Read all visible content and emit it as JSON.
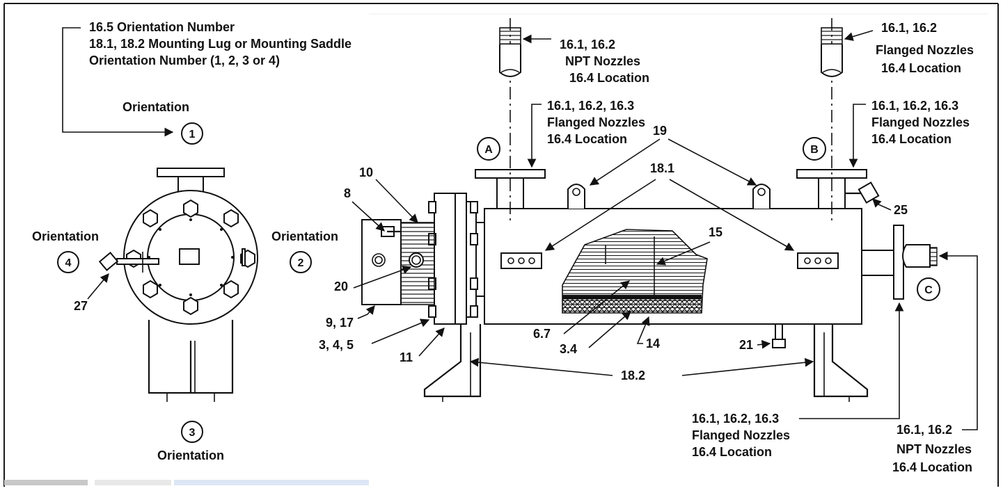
{
  "labels": {
    "top_left_1": "16.5 Orientation Number",
    "top_left_2": "18.1, 18.2 Mounting Lug or Mounting Saddle",
    "top_left_3": "Orientation Number (1, 2, 3 or 4)",
    "orientation": "Orientation",
    "o1": "1",
    "o2": "2",
    "o3": "3",
    "o4": "4",
    "n27": "27",
    "a_nozzle_1": "16.1, 16.2",
    "a_nozzle_2": "NPT Nozzles",
    "a_nozzle_3": "16.4 Location",
    "b_nozzle_1": "16.1, 16.2",
    "b_nozzle_2": "Flanged Nozzles",
    "b_nozzle_3": "16.4 Location",
    "a_flange_1": "16.1, 16.2, 16.3",
    "a_flange_2": "Flanged Nozzles",
    "a_flange_3": "16.4 Location",
    "b_flange_1": "16.1, 16.2, 16.3",
    "b_flange_2": "Flanged Nozzles",
    "b_flange_3": "16.4 Location",
    "port_a": "A",
    "port_b": "B",
    "port_c": "C",
    "n19": "19",
    "n18_1": "18.1",
    "n10": "10",
    "n8": "8",
    "n15": "15",
    "n25": "25",
    "n20": "20",
    "n9_17": "9, 17",
    "n3_4_5": "3, 4, 5",
    "n11": "11",
    "n6_7": "6.7",
    "n3_4": "3.4",
    "n14": "14",
    "n21": "21",
    "n18_2": "18.2",
    "bottom_flange_1": "16.1, 16.2, 16.3",
    "bottom_flange_2": "Flanged Nozzles",
    "bottom_flange_3": "16.4 Location",
    "c_nozzle_1": "16.1, 16.2",
    "c_nozzle_2": "NPT Nozzles",
    "c_nozzle_3": "16.4 Location"
  },
  "colors": {
    "ink": "#111111",
    "frame": "#1a1a1a",
    "statusbar": "#dce6f5"
  }
}
